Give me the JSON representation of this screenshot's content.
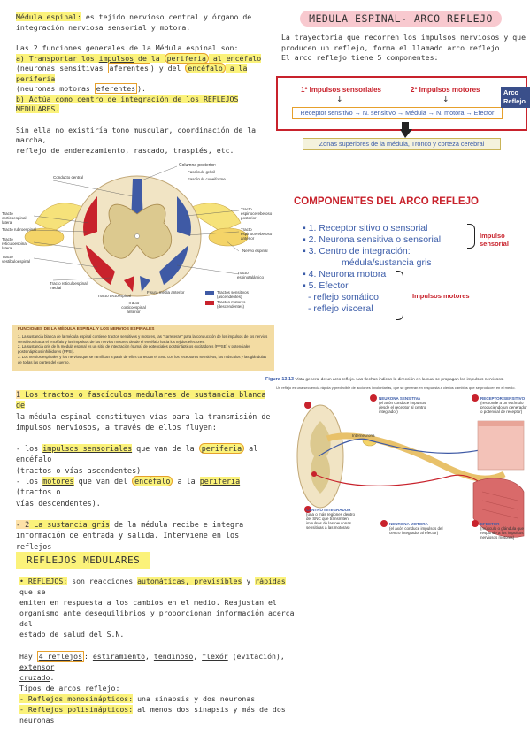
{
  "top_left": {
    "p1a": "Médula espinal:",
    "p1b": " es tejido nervioso central y órgano de",
    "p1c": "integración nerviosa sensorial y motora.",
    "p2": "Las 2 funciones generales de la Médula espinal son:",
    "f1a": "a) Transportar los ",
    "f1b": "impulsos",
    "f1c": " de la ",
    "f1d": "periferia",
    "f1e": " al encéfalo",
    "f1f": "(neuronas sensitivas ",
    "f1g": "aferentes",
    "f1h": ") y del ",
    "f1i": "encéfalo",
    "f1j": " a la periferia",
    "f1k": "(neuronas motoras ",
    "f1l": "eferentes",
    "f1m": ").",
    "f2a": "b) Actúa como centro de integración de los REFLEJOS",
    "f2b": "MEDULARES.",
    "p3a": "Sin ella no existiría tono muscular, coordinación de la marcha,",
    "p3b": "reflejo de enderezamiento, rascado, traspiés, etc."
  },
  "top_right": {
    "title": "MEDULA ESPINAL- ARCO REFLEJO",
    "p1": "La trayectoria que recorren los impulsos nerviosos y que",
    "p2": "producen un reflejo, forma el llamado arco reflejo",
    "p3": "El arco reflejo tiene 5 componentes:",
    "box_left": "1º Impulsos sensoriales",
    "box_right": "2º Impulsos motores",
    "arco_tag_1": "Arco",
    "arco_tag_2": "Reflejo",
    "chain": "Receptor sensitivo → N. sensitivo → Médula → N. motora → Efector",
    "zones": "Zonas superiores de la médula, Tronco y corteza cerebral"
  },
  "spinal_diagram": {
    "col_post": "Columna posterior:",
    "fasc_gracil": "Fascículo grácil",
    "fasc_cun": "Fascículo cuneiforme",
    "conducto": "Conducto central",
    "t_corticoesp": "Tracto corticoespinal lateral",
    "t_rubro": "Tracto rubroespinal",
    "t_reticulo": "Tracto reticuloespinal lateral",
    "t_vestib": "Tracto vestibuloespinal",
    "t_retmed": "Tracto reticuloespinal medial",
    "t_tecto": "Tracto tectoespinal",
    "fisura": "Fisura media anterior",
    "t_cortant": "Tracto corticoespinal anterior",
    "t_espcereb_post": "Tracto espinocerebeloso posterior",
    "t_espcereb_ant": "Tracto espinocerebeloso anterior",
    "nervio": "Nervio espinal",
    "t_espinotal": "Tracto espinotalámico",
    "leg_asc": "Tractos sensitivos (ascendentes)",
    "leg_desc": "Tractos motores (descendentes)",
    "func_title": "FUNCIONES DE LA MÉDULA ESPINAL Y LOS NERVIOS ESPINALES",
    "func_1": "1.  La sustancia blanca de la médula espinal contiene tractos sensitivos y motores, las \"carreteras\" para la conducción de los impulsos de los nervios sensitivos hacia el encéfalo y los impulsos de los nervios motores desde el encéfalo hacia los tejidos efectores.",
    "func_2": "2.  La sustancia gris de la médula espinal es un sitio de integración (suma) de potenciales postsinápticos excitadores (PPSE) y potenciales postsinápticos inhibidores (PPSI).",
    "func_3": "3.  Los nervios espinales y los nervios que se ramifican a partir de ellos conectan el SNC con los receptores sensitivos, los músculos y las glándulas de todas las partes del cuerpo."
  },
  "components": {
    "title": "COMPONENTES DEL ARCO REFLEJO",
    "i1": "1. Receptor sitivo o sensorial",
    "i2": "2. Neurona sensitiva o sensorial",
    "i3a": "3. Centro de integración:",
    "i3b": "médula/sustancia gris",
    "i4": "4. Neurona motora",
    "i5": "5. Efector",
    "i6": "- reflejo somático",
    "i7": "- reflejo visceral",
    "brace_sens": "Impulso sensorial",
    "brace_mot": "Impulsos motores"
  },
  "tracts_text": {
    "a1": "1",
    "a2": " Los tractos o fascículos medulares de sustancia blanca de",
    "a3": "la médula espinal constituyen vías para la transmisión de",
    "a4": "impulsos nerviosos, a través de ellos fluyen:",
    "b1": "- los ",
    "b2": "impulsos sensoriales",
    "b3": " que van de la ",
    "b4": "periferia",
    "b5": " al encéfalo",
    "b6": "(tractos o vías ascendentes)",
    "c1": "- los ",
    "c2": "motores",
    "c3": " que van del ",
    "c4": "encéfalo",
    "c5": " a la ",
    "c6": "periferia",
    "c7": " (tractos o",
    "c8": "vías descendentes).",
    "d1": "- 2",
    "d2": " La sustancia gris",
    "d3": " de la médula recibe e integra",
    "d4": "información de entrada y salida. Interviene en los reflejos",
    "d5": "medulares"
  },
  "figure": {
    "caption_bold": "Figura 13.13",
    "caption_rest": " Vista general de un arco reflejo. Las flechas indican la dirección en la cual se propagan los impulsos nerviosos.",
    "small_note": "Un reflejo es una secuencia rápida y predecible de acciones involuntarias, que se generan en respuesta a ciertos cambios que se producen en el medio.",
    "interneurona": "Interneurona",
    "neurona_sens": "NEURONA SENSITIVA",
    "neurona_sens_d": "(el axón conduce impulsos desde el receptor al centro integrador)",
    "receptor": "RECEPTOR SENSITIVO",
    "receptor_d": "(responde a un estímulo produciendo un generador o potencial de receptor)",
    "centro": "CENTRO INTEGRADOR",
    "centro_d": "(una o más regiones dentro del SNC que transmiten impulsos de las neuronas sensitivas a las motoras)",
    "neurona_mot": "NEURONA MOTORA",
    "neurona_mot_d": "(el axón conduce impulsos del centro integrador al efector)",
    "efector": "EFECTOR",
    "efector_d": "(músculo o glándula que responde a los impulsos nerviosos motores)"
  },
  "reflejos": {
    "title": "REFLEJOS MEDULARES",
    "r1a": "• REFLEJOS:",
    "r1b": " son reacciones ",
    "r1c": "automáticas, previsibles",
    "r1d": " y ",
    "r1e": "rápidas",
    "r1f": " que se",
    "r2": "emiten en respuesta a los cambios en el medio. Reajustan el",
    "r3": "organismo ante desequilibrios y proporcionan información acerca del",
    "r4": "estado de salud del S.N.",
    "h1": "Hay ",
    "h2": "4 reflejos",
    "h3": ": ",
    "h4": "estiramiento",
    "h5": ", ",
    "h6": "tendinoso",
    "h7": ", ",
    "h8": "flexór",
    "h9": " (evitación), ",
    "h10": "extensor",
    "h11": "cruzado",
    "h12": ".",
    "t1": "Tipos de arcos reflejo:",
    "t2a": "- Reflejos monosinápticos:",
    "t2b": " una sinapsis y dos neuronas",
    "t3a": "- Reflejos polisinápticos:",
    "t3b": " al menos dos sinapsis y más de dos",
    "t3c": "neuronas"
  },
  "colors": {
    "red": "#c8222c",
    "blue": "#3a5ba8",
    "pink": "#f8c9cf",
    "yellow": "#fbf27a",
    "orange": "#e6a02c"
  }
}
